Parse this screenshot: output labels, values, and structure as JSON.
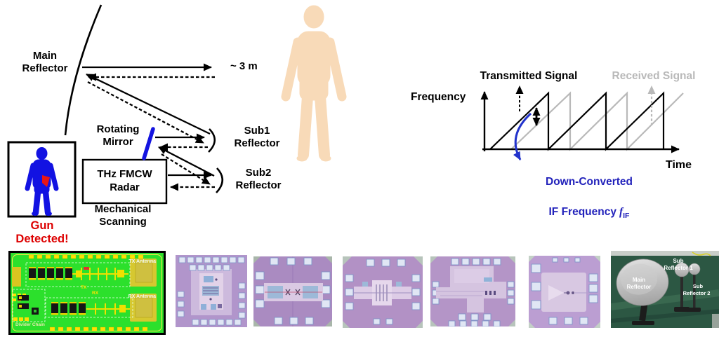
{
  "diagram": {
    "main_reflector": "Main\nReflector",
    "distance": "~ 3 m",
    "rotating_mirror": "Rotating\nMirror",
    "radar_box": "THz FMCW\nRadar",
    "mechanical_scanning": "Mechanical\nScanning",
    "sub1_reflector": "Sub1\nReflector",
    "sub2_reflector": "Sub2\nReflector",
    "gun_alert": "Gun\nDetected!",
    "colors": {
      "mirror_blue": "#1414e0",
      "alert_red": "#dd0000",
      "scan_body_blue": "#1212e2",
      "gun_red": "#e81515",
      "skin_tone": "#f8dab8"
    }
  },
  "chart": {
    "transmitted_label": "Transmitted Signal",
    "received_label": "Received Signal",
    "y_axis_label": "Frequency",
    "x_axis_label": "Time",
    "annotation_line1": "Down-Converted",
    "annotation_line2": "IF Frequency",
    "annotation_symbol": "f",
    "annotation_subscript": "IF",
    "colors": {
      "transmitted": "#000000",
      "received": "#b9b9b9",
      "annotation_blue": "#2222bb"
    }
  },
  "chart_data": {
    "type": "line",
    "title": "",
    "xlabel": "Time",
    "ylabel": "Frequency",
    "axes_numeric": false,
    "series": [
      {
        "name": "Transmitted Signal",
        "waveform": "sawtooth",
        "teeth": 3,
        "color": "#000000"
      },
      {
        "name": "Received Signal",
        "waveform": "sawtooth",
        "teeth": 3,
        "delayed_right": true,
        "color": "#b9b9b9"
      }
    ],
    "annotations": [
      "Down-Converted IF Frequency fIF"
    ]
  },
  "pcb": {
    "tx_antenna": "TX Antenna",
    "rx_antenna": "RX Antenna",
    "tx": "TX",
    "rx": "RX",
    "divider_chain": "Divider Chain"
  },
  "photo": {
    "main_line1": "Main",
    "main_line2": "Reflector",
    "sub1_line1": "Sub",
    "sub1_line2": "Reflector 1",
    "sub2_line1": "Sub",
    "sub2_line2": "Reflector 2"
  }
}
